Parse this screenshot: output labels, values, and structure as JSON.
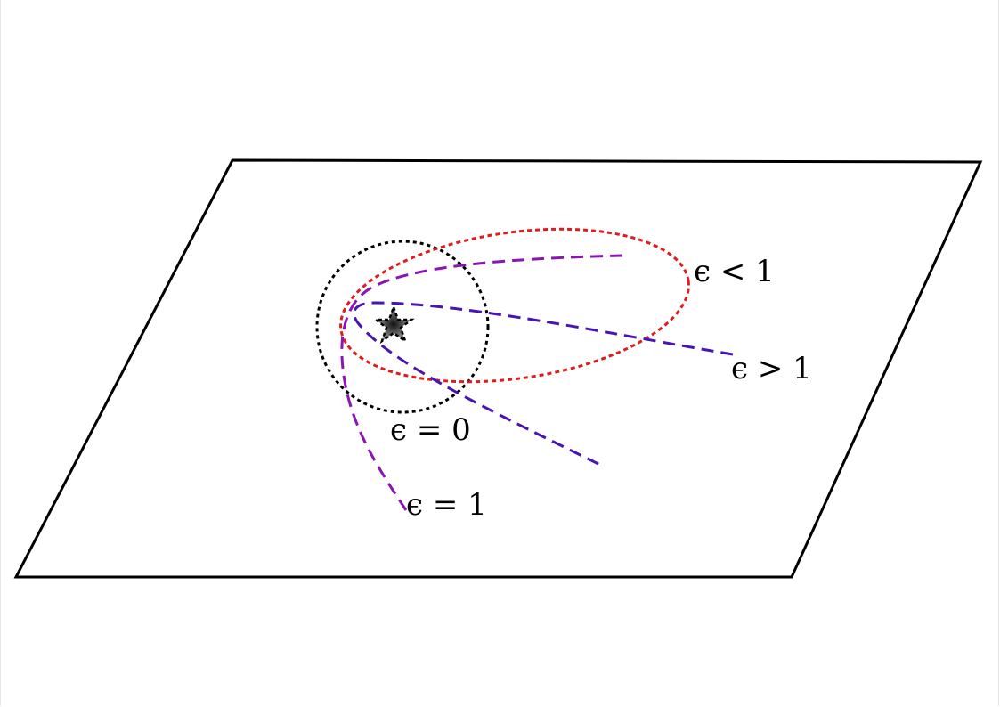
{
  "diagram": {
    "orbits": [
      {
        "id": "circle",
        "label": "ϵ = 0",
        "color": "#000000",
        "style": "dotted"
      },
      {
        "id": "ellipse",
        "label": "ϵ < 1",
        "color": "#e01b1b",
        "style": "dotted"
      },
      {
        "id": "parabola",
        "label": "ϵ = 1",
        "color": "#8a14b4",
        "style": "dashed"
      },
      {
        "id": "hyperbola",
        "label": "ϵ > 1",
        "color": "#4a14b0",
        "style": "dashed"
      }
    ],
    "plane": {
      "color": "#000000"
    },
    "star": {
      "fill": "#555555",
      "outline": "#000000"
    }
  }
}
